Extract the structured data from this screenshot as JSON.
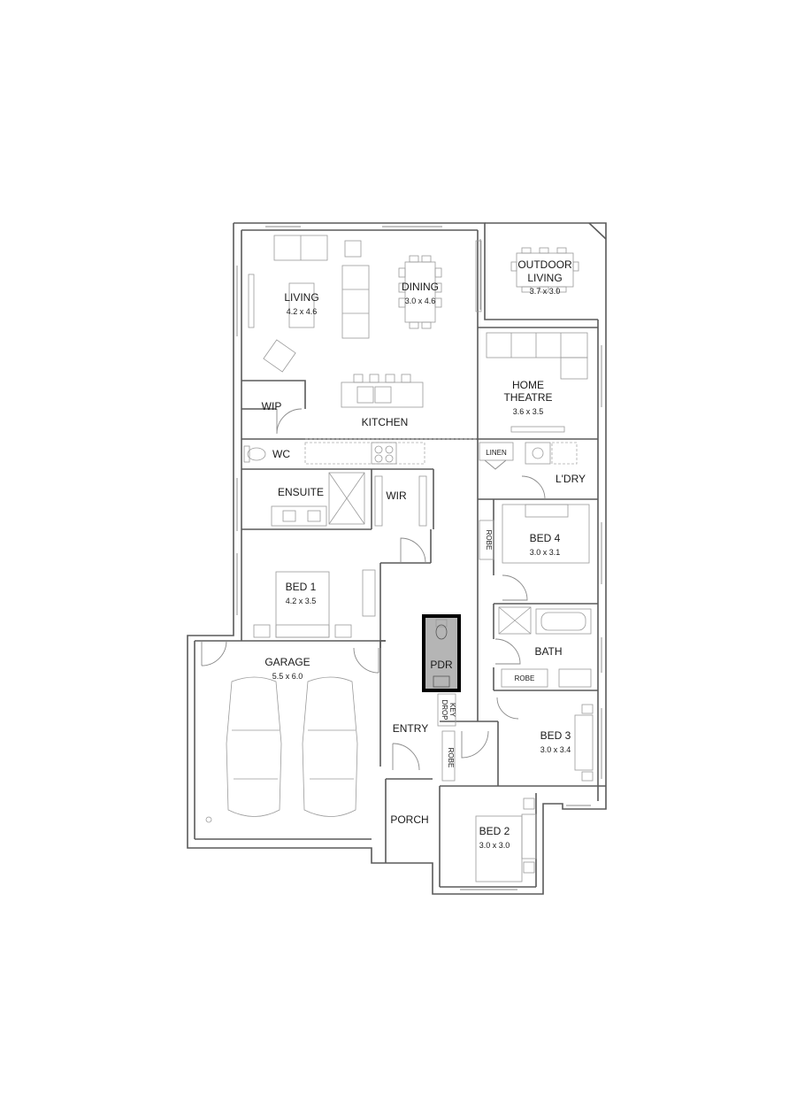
{
  "rooms": {
    "outdoor_living": {
      "name_line1": "OUTDOOR",
      "name_line2": "LIVING",
      "dims": "3.7 x 3.0"
    },
    "living": {
      "name": "LIVING",
      "dims": "4.2 x 4.6"
    },
    "dining": {
      "name": "DINING",
      "dims": "3.0 x 4.6"
    },
    "home_theatre": {
      "name_line1": "HOME",
      "name_line2": "THEATRE",
      "dims": "3.6 x 3.5"
    },
    "wip": {
      "name": "WIP"
    },
    "kitchen": {
      "name": "KITCHEN"
    },
    "wc": {
      "name": "WC"
    },
    "linen": {
      "name": "LINEN"
    },
    "laundry": {
      "name": "L'DRY"
    },
    "ensuite": {
      "name": "ENSUITE"
    },
    "wir": {
      "name": "WIR"
    },
    "bed4": {
      "name": "BED 4",
      "dims": "3.0 x 3.1"
    },
    "robe_bed4": {
      "name": "ROBE"
    },
    "bed1": {
      "name": "BED 1",
      "dims": "4.2 x 3.5"
    },
    "pdr": {
      "name": "PDR"
    },
    "bath": {
      "name": "BATH"
    },
    "robe_bath": {
      "name": "ROBE"
    },
    "garage": {
      "name": "GARAGE",
      "dims": "5.5 x 6.0"
    },
    "key_drop": {
      "name_line1": "KEY",
      "name_line2": "DROP"
    },
    "entry": {
      "name": "ENTRY"
    },
    "robe_entry": {
      "name": "ROBE"
    },
    "bed3": {
      "name": "BED 3",
      "dims": "3.0 x 3.4"
    },
    "porch": {
      "name": "PORCH"
    },
    "bed2": {
      "name": "BED 2",
      "dims": "3.0 x 3.0"
    }
  },
  "colors": {
    "wall": "#5a5a5a",
    "fixture": "#9a9a9a",
    "highlight_fill": "#b5b5b5",
    "highlight_stroke": "#000000",
    "text": "#1a1a1a"
  }
}
